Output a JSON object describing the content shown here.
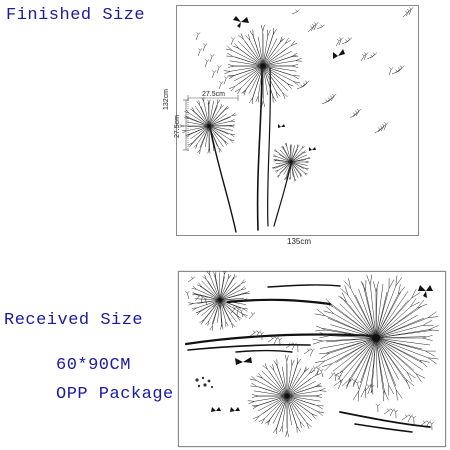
{
  "labels": {
    "finished_size": "Finished Size",
    "received_size": "Received Size",
    "received_dimensions": "60*90CM",
    "package": "OPP Package"
  },
  "dimensions": {
    "total_width": "135cm",
    "total_height": "132cm",
    "flower_width": "27.5cm",
    "flower_height": "27.5cm"
  },
  "colors": {
    "label_text": "#1a1aa0",
    "artwork": "#111111",
    "panel_border": "#8a8a8a"
  },
  "icons": {
    "product_art": "dandelion-icon",
    "insect": "butterfly-icon"
  }
}
